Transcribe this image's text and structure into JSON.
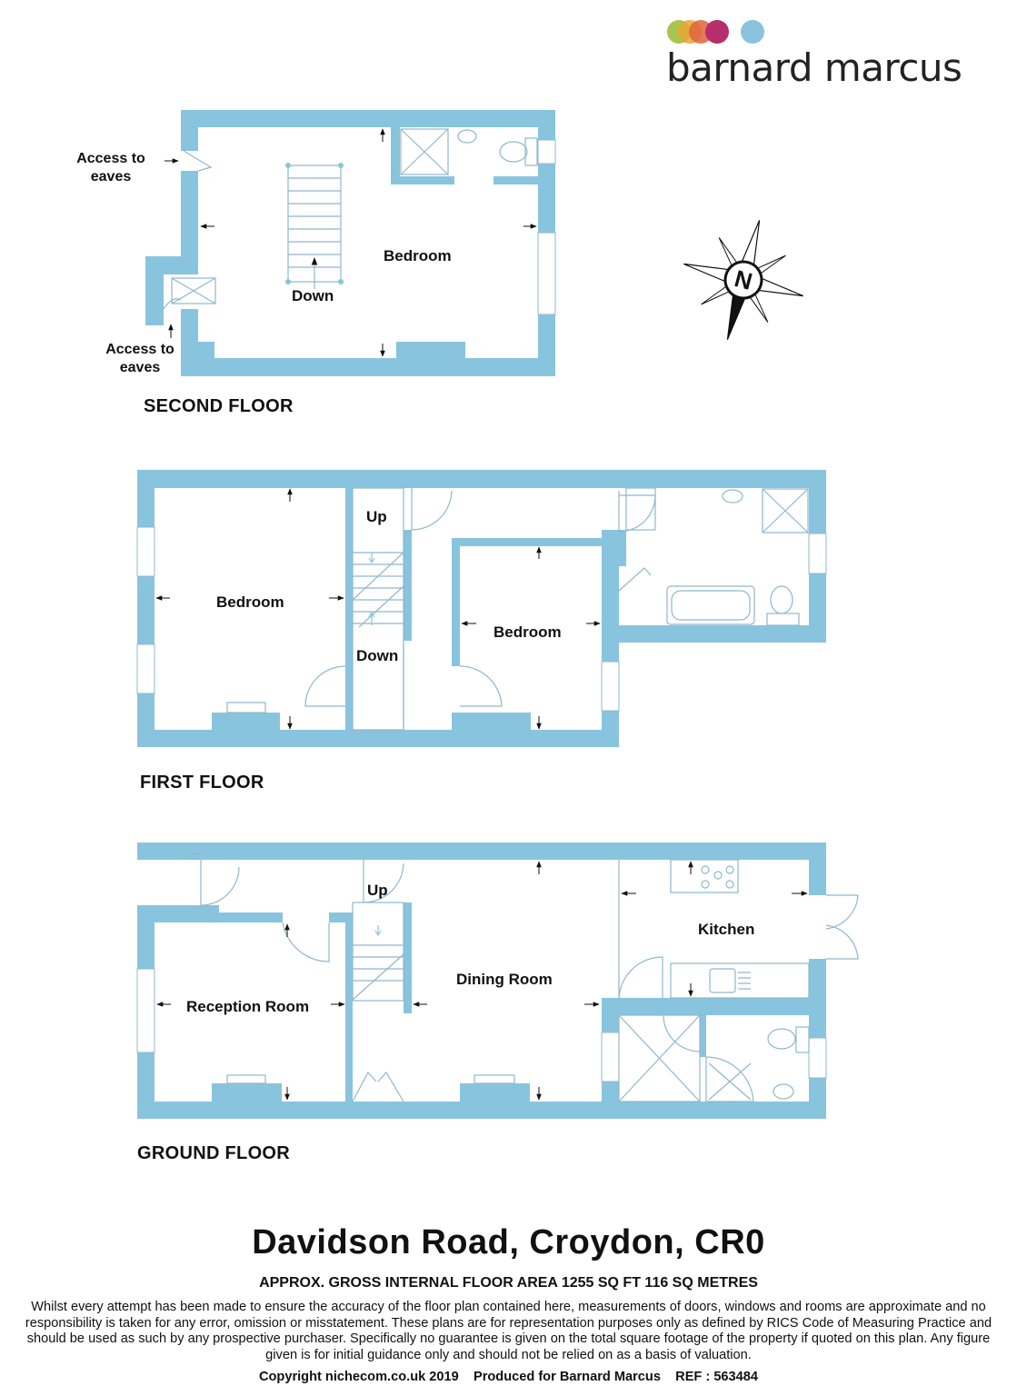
{
  "brand": {
    "name": "barnard marcus",
    "dot_colors": [
      "#9dc03b",
      "#e9a435",
      "#e0633b",
      "#b72e6c",
      "#89c4de"
    ]
  },
  "colors": {
    "wall": "#89c4de",
    "stroke": "#8fb8cc",
    "text": "#111111"
  },
  "floors": {
    "second": {
      "title": "SECOND FLOOR",
      "rooms": [
        {
          "label": "Bedroom"
        }
      ],
      "stair_label": "Down",
      "notes": [
        {
          "label": "Access to\neaves"
        },
        {
          "label": "Access to\neaves"
        }
      ]
    },
    "first": {
      "title": "FIRST FLOOR",
      "rooms": [
        {
          "label": "Bedroom"
        },
        {
          "label": "Bedroom"
        }
      ],
      "stair_up": "Up",
      "stair_down": "Down"
    },
    "ground": {
      "title": "GROUND FLOOR",
      "rooms": [
        {
          "label": "Reception Room"
        },
        {
          "label": "Dining Room"
        },
        {
          "label": "Kitchen"
        }
      ],
      "stair_up": "Up"
    }
  },
  "compass": {
    "label": "N"
  },
  "address": "Davidson Road, Croydon, CR0",
  "area": "APPROX. GROSS INTERNAL FLOOR AREA 1255 SQ FT 116 SQ METRES",
  "disclaimer": "Whilst every attempt has been made to ensure the accuracy of the floor plan contained here, measurements of doors, windows and rooms are approximate and no responsibility is taken for any error, omission or misstatement. These plans are for representation purposes only as defined by RICS Code of Measuring Practice and should be used as such by any prospective purchaser.  Specifically no guarantee is given on the total square footage of the property if quoted on this plan. Any figure given is for initial guidance only and should not be relied on as a basis of valuation.",
  "copyright": "Copyright nichecom.co.uk 2019    Produced for Barnard Marcus    REF : 563484"
}
